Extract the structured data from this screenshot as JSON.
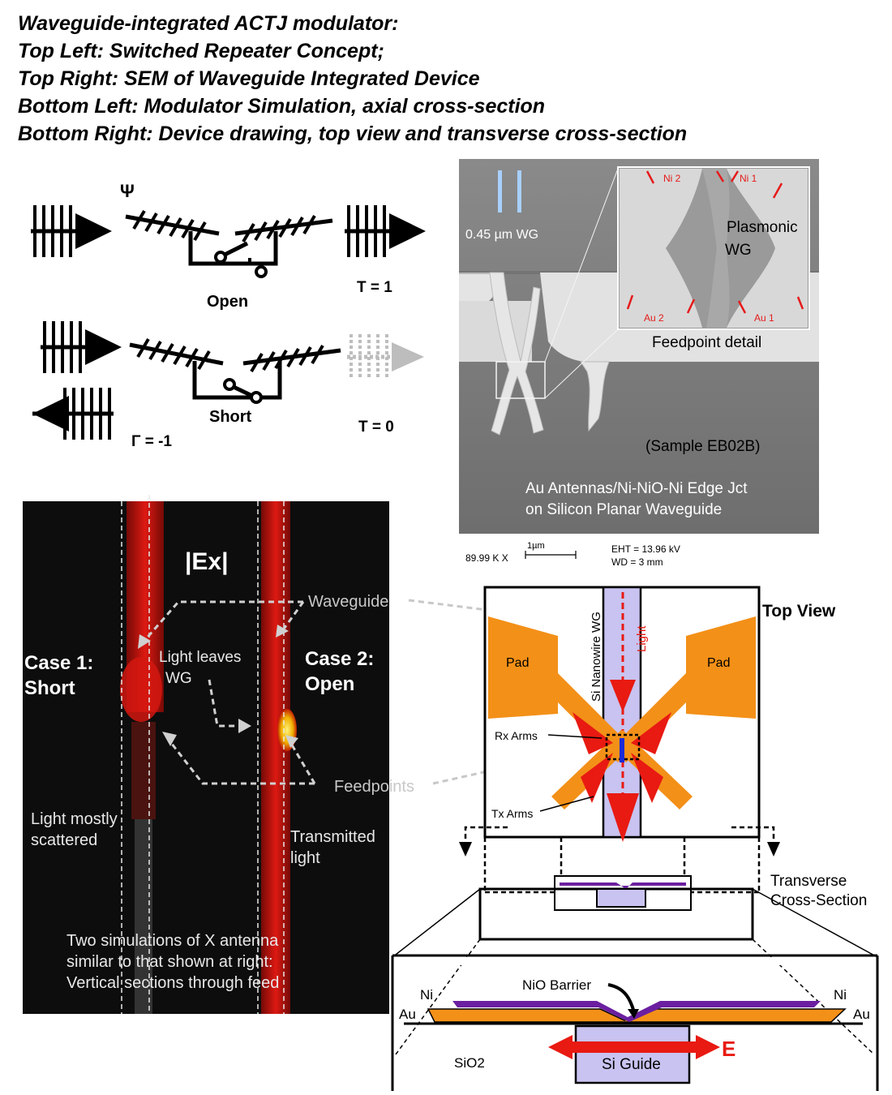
{
  "title_lines": [
    "Waveguide-integrated ACTJ modulator:",
    "Top Left: Switched Repeater Concept;",
    "Top Right: SEM of Waveguide Integrated Device",
    "Bottom Left: Modulator Simulation, axial cross-section",
    "Bottom Right: Device drawing, top view and transverse cross-section"
  ],
  "top_left": {
    "psi_label": "Ψ",
    "open_label": "Open",
    "t1_label": "T = 1",
    "short_label": "Short",
    "gamma_label": "Γ = -1",
    "t0_label": "T = 0"
  },
  "sem": {
    "wg_label": "0.45 µm WG",
    "inset_ni2": "Ni 2",
    "inset_ni1": "Ni 1",
    "inset_au2": "Au 2",
    "inset_au1": "Au 1",
    "plasmonic_line1": "Plasmonic",
    "plasmonic_line2": "WG",
    "feedpoint_detail": "Feedpoint detail",
    "sample_label": "(Sample EB02B)",
    "caption_line1": "Au Antennas/Ni-NiO-Ni Edge Jct",
    "caption_line2": "on Silicon Planar Waveguide",
    "magnification": "89.99 K X",
    "scale_label": "1µm",
    "eht": "EHT = 13.96 kV",
    "wd": "WD =    3 mm"
  },
  "simulation": {
    "field_label": "|Ex|",
    "case1_line1": "Case 1:",
    "case1_line2": "Short",
    "case2_line1": "Case 2:",
    "case2_line2": "Open",
    "light_leaves_line1": "Light leaves",
    "light_leaves_line2": "WG",
    "scattered_line1": "Light mostly",
    "scattered_line2": "scattered",
    "transmitted_line1": "Transmitted",
    "transmitted_line2": "light",
    "caption_line1": "Two simulations of X antenna",
    "caption_line2": "similar to that shown at right:",
    "caption_line3": "Vertical sections through feed",
    "waveguide_callout": "Waveguide",
    "feedpoints_callout": "Feedpoints"
  },
  "device": {
    "top_view": "Top View",
    "nanowire": "Si Nanowire WG",
    "light": "Light",
    "pad_left": "Pad",
    "pad_right": "Pad",
    "rx_arms": "Rx Arms",
    "tx_arms": "Tx Arms",
    "transverse_line1": "Transverse",
    "transverse_line2": "Cross-Section",
    "nio_barrier": "NiO Barrier",
    "ni_left": "Ni",
    "ni_right": "Ni",
    "au_left": "Au",
    "au_right": "Au",
    "sio2": "SiO2",
    "si_guide": "Si Guide",
    "e_label": "E"
  },
  "colors": {
    "pad_orange": "#f39018",
    "field_red": "#e81a12",
    "guide_lavender": "#c8c3f0",
    "ni_purple": "#6b1fa0",
    "sem_gray": "#7a7a7a",
    "sim_black": "#0d0d0d",
    "callout_gray": "#c8c8c8"
  }
}
